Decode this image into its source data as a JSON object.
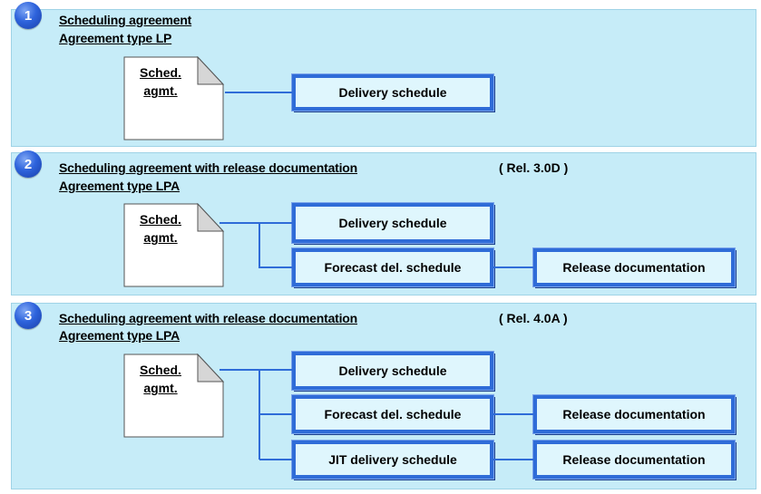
{
  "sections": [
    {
      "number": "1",
      "title": "Scheduling agreement",
      "subtitle": "Agreement type LP",
      "release": "",
      "doc_label_line1": "Sched.",
      "doc_label_line2": "agmt.",
      "schedules": [
        {
          "label": "Delivery schedule",
          "release_doc": ""
        }
      ]
    },
    {
      "number": "2",
      "title": "Scheduling agreement with release documentation",
      "subtitle": "Agreement type LPA",
      "release": "( Rel. 3.0D )",
      "doc_label_line1": "Sched.",
      "doc_label_line2": "agmt.",
      "schedules": [
        {
          "label": "Delivery schedule",
          "release_doc": ""
        },
        {
          "label": "Forecast del. schedule",
          "release_doc": "Release documentation"
        }
      ]
    },
    {
      "number": "3",
      "title": "Scheduling agreement with release documentation",
      "subtitle": "Agreement type LPA",
      "release": "( Rel. 4.0A )",
      "doc_label_line1": "Sched.",
      "doc_label_line2": "agmt.",
      "schedules": [
        {
          "label": "Delivery schedule",
          "release_doc": ""
        },
        {
          "label": "Forecast del. schedule",
          "release_doc": "Release documentation"
        },
        {
          "label": "JIT delivery schedule",
          "release_doc": "Release documentation"
        }
      ]
    }
  ],
  "colors": {
    "panel": "#c6ecf8",
    "box_border": "#2f6cd8",
    "box_fill": "#dff6fd",
    "connector": "#2f6cd8"
  }
}
